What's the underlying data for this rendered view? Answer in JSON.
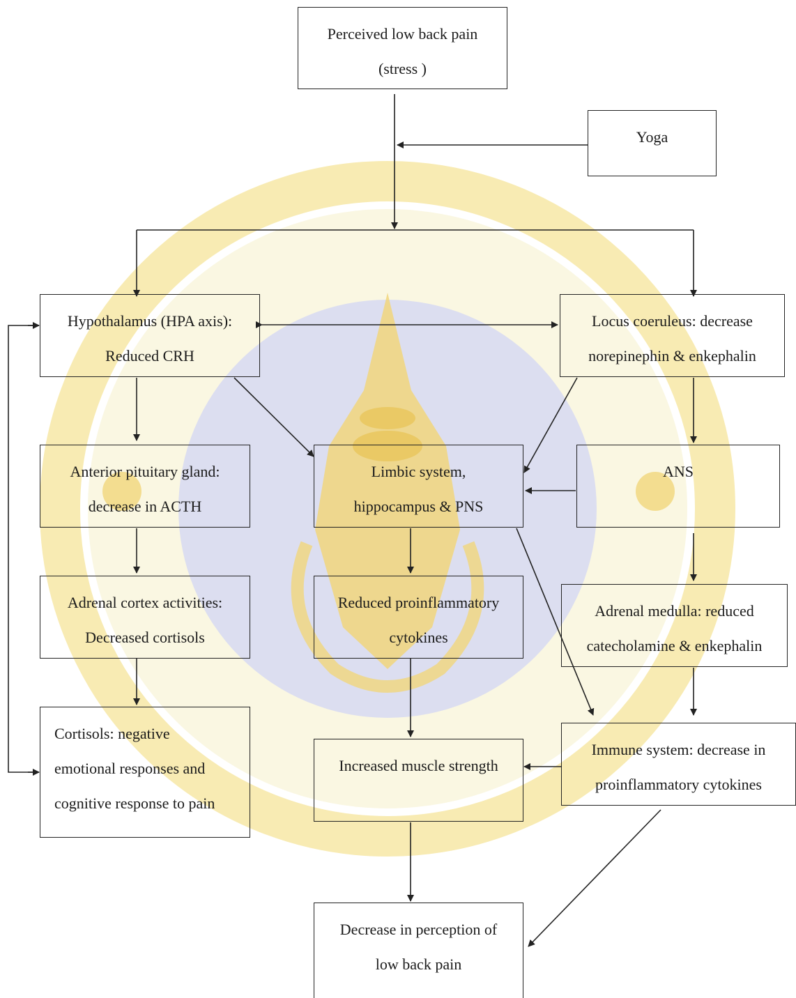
{
  "boxes": {
    "perceived": {
      "l1": "Perceived low back pain",
      "l2": "(stress )"
    },
    "yoga": {
      "l1": "Yoga"
    },
    "hypothalamus": {
      "l1": "Hypothalamus (HPA axis):",
      "l2": "Reduced CRH"
    },
    "locus": {
      "l1": "Locus coeruleus: decrease",
      "l2": "norepinephin & enkephalin"
    },
    "pituitary": {
      "l1": "Anterior pituitary gland:",
      "l2": "decrease in ACTH"
    },
    "limbic": {
      "l1": "Limbic system,",
      "l2": "hippocampus & PNS"
    },
    "ans": {
      "l1": "ANS"
    },
    "adrenal_cortex": {
      "l1": "Adrenal cortex activities:",
      "l2": "Decreased cortisols"
    },
    "cytokines": {
      "l1": "Reduced proinflammatory",
      "l2": "cytokines"
    },
    "adrenal_medulla": {
      "l1": "Adrenal medulla:  reduced",
      "l2": "catecholamine & enkephalin"
    },
    "cortisols": {
      "l1": "Cortisols: negative",
      "l2": "emotional responses and",
      "l3": "cognitive response to pain"
    },
    "muscle": {
      "l1": "Increased muscle strength"
    },
    "immune": {
      "l1": "Immune system: decrease in",
      "l2": "proinflammatory cytokines"
    },
    "decrease": {
      "l1": "Decrease in perception of",
      "l2": "low back pain"
    }
  },
  "colors": {
    "watermark_circle": "#d9dcef",
    "watermark_gold": "#f3dc7a",
    "line": "#222222"
  }
}
